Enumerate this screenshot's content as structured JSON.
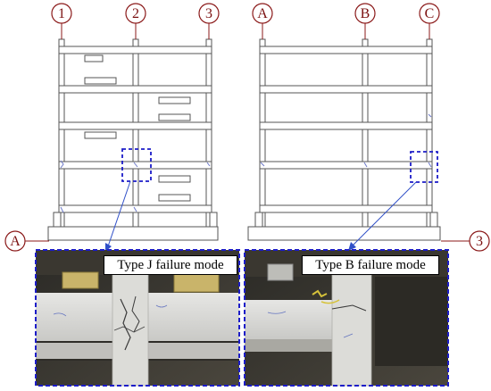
{
  "grid_labels": {
    "left_frame": [
      "1",
      "2",
      "3"
    ],
    "right_frame": [
      "A",
      "B",
      "C"
    ],
    "section_left": "A",
    "section_right": "3"
  },
  "insets": {
    "left_caption": "Type J failure mode",
    "right_caption": "Type B failure mode"
  },
  "colors": {
    "label_circle": "#8b1a1a",
    "frame": "#555555",
    "highlight": "#1c1cc8",
    "photo_frame": "#1c1cc8"
  }
}
